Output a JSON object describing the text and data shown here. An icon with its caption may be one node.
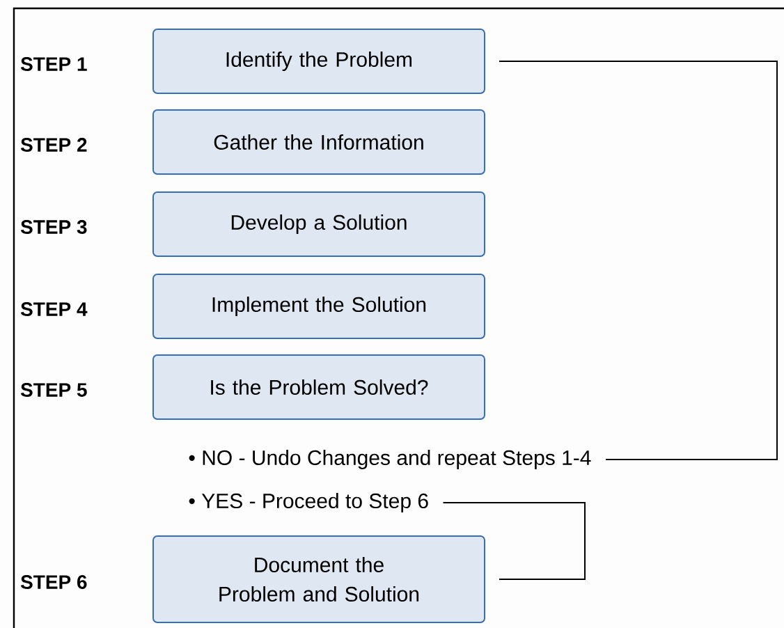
{
  "diagram": {
    "nodes": [
      {
        "text": [
          "Identify the Problem"
        ],
        "beside": [
          "STEP 1"
        ]
      },
      {
        "text": [
          "Gather the Information"
        ],
        "beside": [
          "STEP 2"
        ]
      },
      {
        "text": [
          "Develop a Solution"
        ],
        "beside": [
          "STEP 3"
        ]
      },
      {
        "text": [
          "Implement the Solution"
        ],
        "beside": [
          "STEP 4"
        ]
      },
      {
        "text": [
          "Is the Problem Solved?"
        ],
        "beside": [
          "STEP 5"
        ]
      },
      {
        "text": [
          "• NO - Undo Changes and repeat Steps 1-4"
        ]
      },
      {
        "text": [
          "• YES - Proceed to Step 6"
        ]
      },
      {
        "text": [
          "Document the Problem and Solution"
        ],
        "beside": [
          "STEP 6"
        ]
      }
    ],
    "edges": [
      {
        "from": 5,
        "to": 0,
        "arrow": "none"
      },
      {
        "from": 6,
        "to": 7,
        "arrow": "none"
      }
    ]
  }
}
